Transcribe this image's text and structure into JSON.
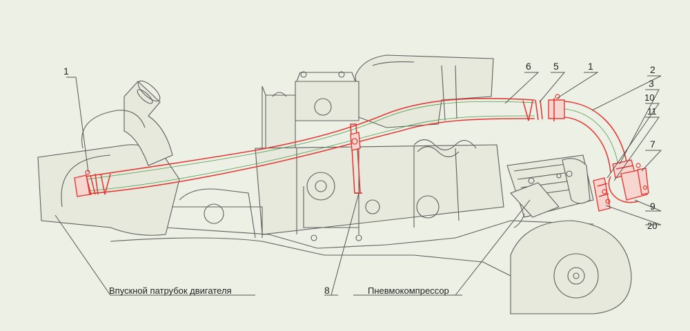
{
  "diagram": {
    "labels": {
      "n1_left": "1",
      "n6": "6",
      "n5": "5",
      "n1_right": "1",
      "n2": "2",
      "n3": "3",
      "n10": "10",
      "n11": "11",
      "n7": "7",
      "n9": "9",
      "n20": "20",
      "n8": "8",
      "engine_intake": "Впускной патрубок двигателя",
      "compressor": "Пневмокомпрессор"
    },
    "colors": {
      "highlight": "#e53935",
      "hose_inner": "#4c9a4c",
      "engine_line": "#5e5e5e",
      "background": "#edf0e4"
    }
  }
}
